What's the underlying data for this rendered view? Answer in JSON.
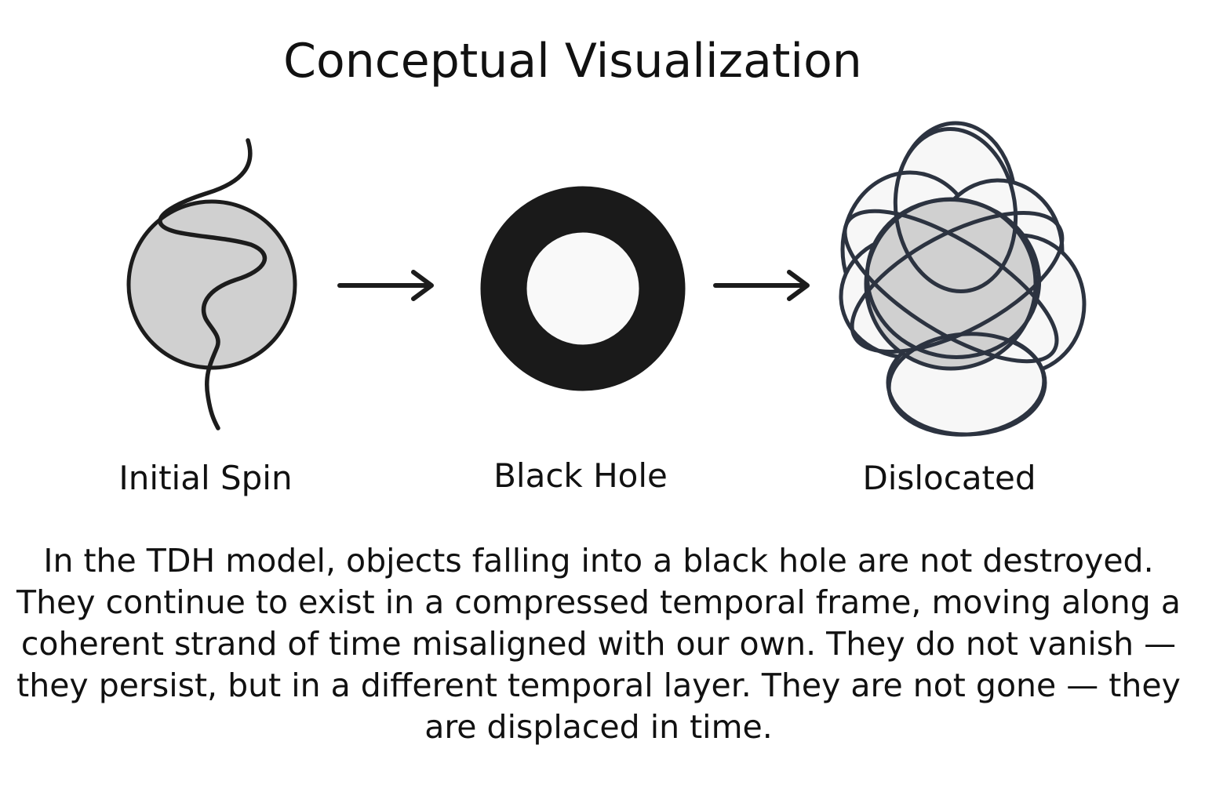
{
  "title": "Conceptual Visualization",
  "stages": [
    {
      "label": "Initial Spin",
      "icon": "wavy-sphere-icon"
    },
    {
      "label": "Black Hole",
      "icon": "ring-icon"
    },
    {
      "label": "Dislocated",
      "icon": "tangled-orbits-icon"
    }
  ],
  "arrows": [
    "right-arrow-icon",
    "right-arrow-icon"
  ],
  "caption": "In the TDH model, objects falling into a black hole are not destroyed. They continue to exist in a compressed temporal frame, moving along a coherent strand of time misaligned with our own. They do not vanish — they persist, but in a different temporal layer. They are not gone — they are displaced in time.",
  "colors": {
    "sphere_fill": "#d0d0d0",
    "outline": "#1c1c1c",
    "orbit_stroke": "#2c3340",
    "orbit_fill": "#f7f7f7",
    "ring": "#1a1a1a"
  }
}
